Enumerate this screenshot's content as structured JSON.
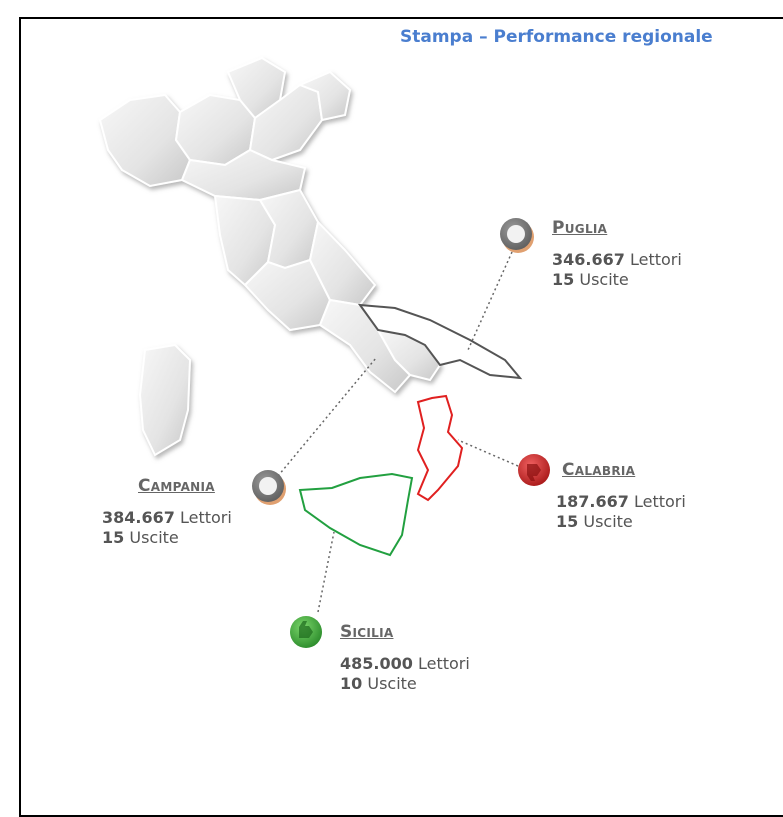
{
  "title": "Stampa – Performance regionale",
  "colors": {
    "title": "#4a7ecf",
    "neutral_marker": "#7a7a7a",
    "negative_marker": "#d42b2b",
    "positive_marker": "#3aa93a",
    "calabria_outline": "#e02020",
    "sicilia_outline": "#22a040"
  },
  "regions": {
    "puglia": {
      "name": "Puglia",
      "readers_value": "346.667",
      "readers_label": "Lettori",
      "issues_value": "15",
      "issues_label": "Uscite",
      "status_icon": "neutral-ring-icon"
    },
    "campania": {
      "name": "Campania",
      "readers_value": "384.667",
      "readers_label": "Lettori",
      "issues_value": "15",
      "issues_label": "Uscite",
      "status_icon": "neutral-ring-icon"
    },
    "calabria": {
      "name": "Calabria",
      "readers_value": "187.667",
      "readers_label": "Lettori",
      "issues_value": "15",
      "issues_label": "Uscite",
      "status_icon": "thumbs-down-icon"
    },
    "sicilia": {
      "name": "Sicilia",
      "readers_value": "485.000",
      "readers_label": "Lettori",
      "issues_value": "10",
      "issues_label": "Uscite",
      "status_icon": "thumbs-up-icon"
    }
  }
}
